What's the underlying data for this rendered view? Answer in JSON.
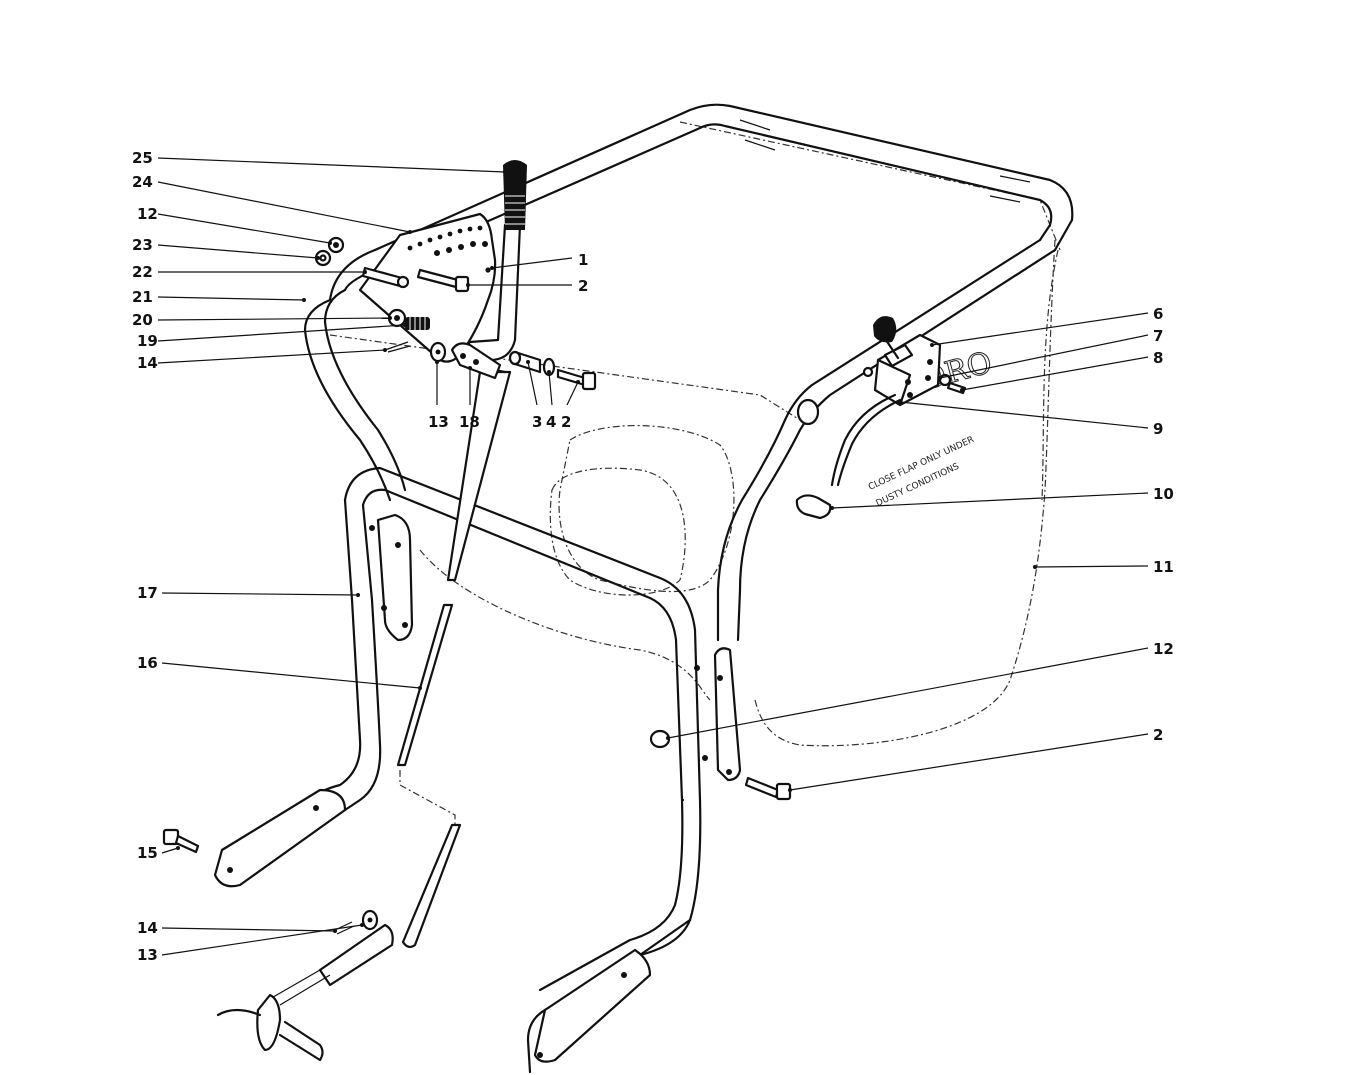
{
  "diagram": {
    "labels_left": [
      "25",
      "24",
      "12",
      "23",
      "22",
      "21",
      "20",
      "19",
      "14",
      "17",
      "16",
      "15",
      "14",
      "13"
    ],
    "labels_right": [
      "1",
      "2",
      "6",
      "7",
      "8",
      "9",
      "10",
      "11",
      "12",
      "2"
    ],
    "labels_bottom": [
      "13",
      "18",
      "3",
      "4",
      "2"
    ],
    "bag_text": {
      "line1": "CLOSE FLAP ONLY UNDER",
      "line2": "DUSTY CONDITIONS",
      "brand": "TORO"
    }
  }
}
